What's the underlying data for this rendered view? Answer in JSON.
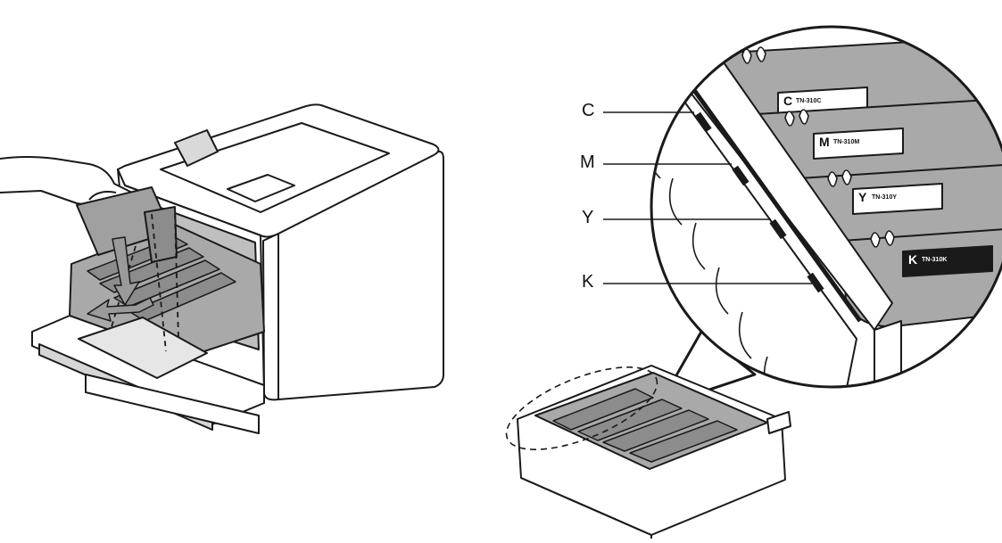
{
  "callouts": [
    {
      "id": "c",
      "text": "C"
    },
    {
      "id": "m",
      "text": "M"
    },
    {
      "id": "y",
      "text": "Y"
    },
    {
      "id": "k",
      "text": "K"
    }
  ],
  "cartridge_labels": [
    {
      "letter": "C",
      "model": "TN-310C"
    },
    {
      "letter": "M",
      "model": "TN-310M"
    },
    {
      "letter": "Y",
      "model": "TN-310Y"
    },
    {
      "letter": "K",
      "model": "TN-310K"
    }
  ],
  "colors": {
    "body": "#ffffff",
    "outline": "#1a1a1a",
    "shade_dark": "#8c8c8c",
    "shade_mid": "#a9a9a9",
    "shade_light": "#cfcfcf",
    "arrow_fill": "#9a9a9a"
  }
}
